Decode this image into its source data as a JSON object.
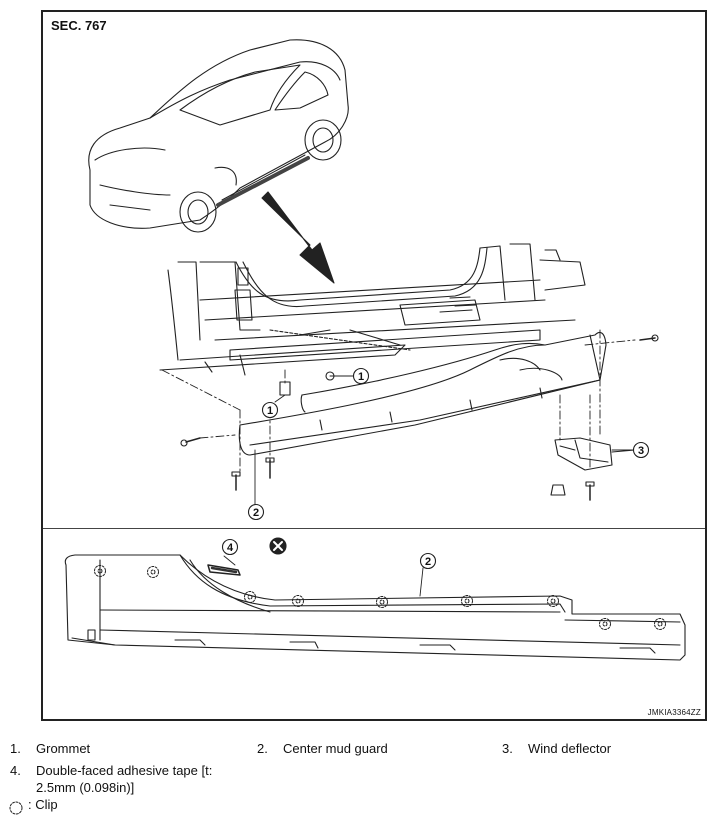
{
  "section_label": "SEC. 767",
  "image_code": "JMKIA3364ZZ",
  "callouts": {
    "grommet_a": "1",
    "grommet_b": "1",
    "mud_guard_top": "2",
    "mud_guard_bottom": "2",
    "wind_deflector": "3",
    "adhesive_tape": "4"
  },
  "legend": [
    {
      "num": "1.",
      "text": "Grommet"
    },
    {
      "num": "2.",
      "text": "Center mud guard"
    },
    {
      "num": "3.",
      "text": "Wind deflector"
    },
    {
      "num": "4.",
      "text": "Double-faced adhesive tape [t: 2.5mm (0.098in)]"
    }
  ],
  "clip_legend": ": Clip"
}
